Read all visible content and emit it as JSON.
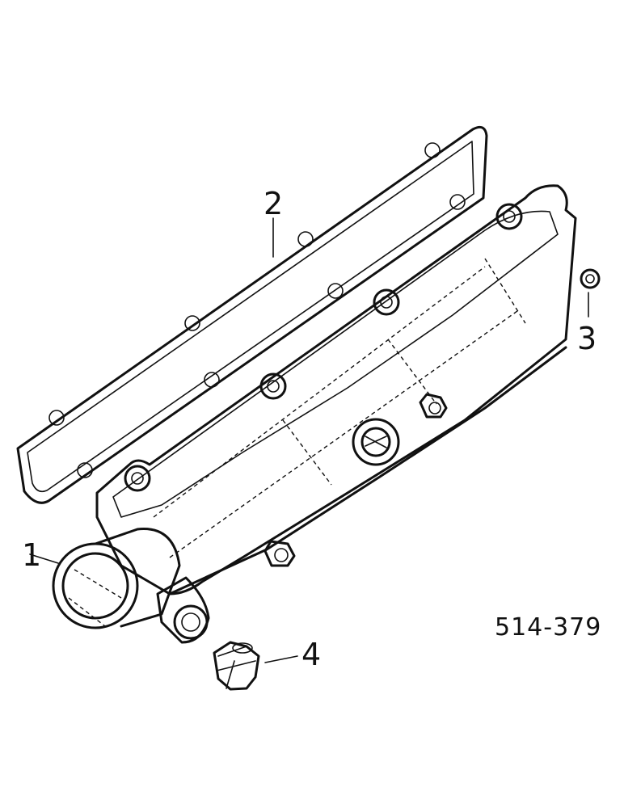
{
  "callouts": {
    "housing": "1",
    "gasket": "2",
    "washer": "3",
    "plug": "4"
  },
  "figure_code": "514-379"
}
